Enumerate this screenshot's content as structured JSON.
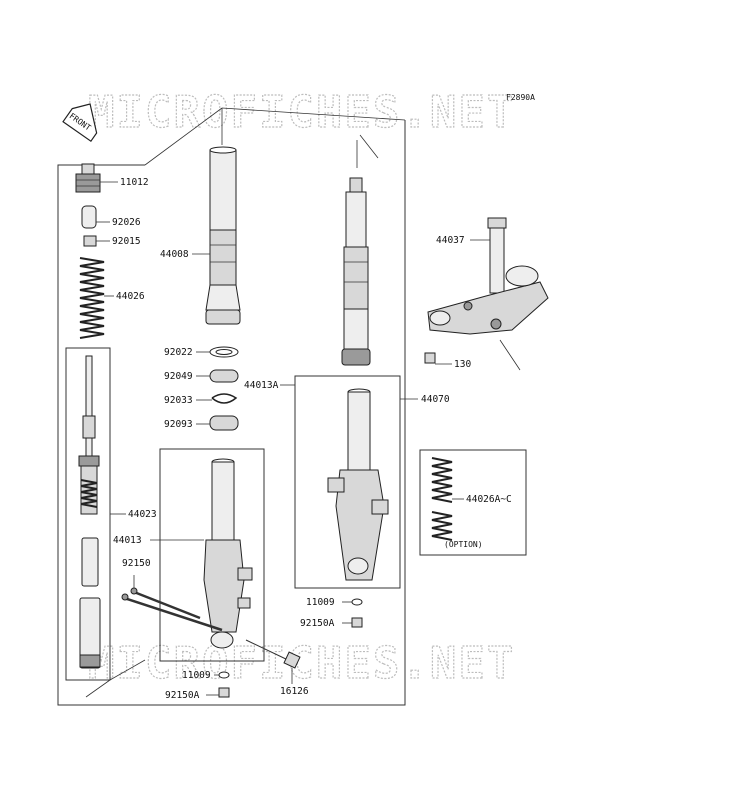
{
  "diagram": {
    "ref_code": "F2890A",
    "front_label": "FRONT",
    "watermark": "MICROFICHES.NET",
    "option_label": "(OPTION)",
    "part_labels": {
      "p11012": "11012",
      "p92026": "92026",
      "p92015": "92015",
      "p44026": "44026",
      "p44008": "44008",
      "p92022": "92022",
      "p92049": "92049",
      "p92033": "92033",
      "p92093": "92093",
      "p44023": "44023",
      "p44013": "44013",
      "p92150": "92150",
      "p11009": "11009",
      "p92150A": "92150A",
      "p16126": "16126",
      "p44013A": "44013A",
      "p44070": "44070",
      "p11009b": "11009",
      "p92150Ab": "92150A",
      "p44037": "44037",
      "p130": "130",
      "p44026AC": "44026A~C"
    }
  }
}
